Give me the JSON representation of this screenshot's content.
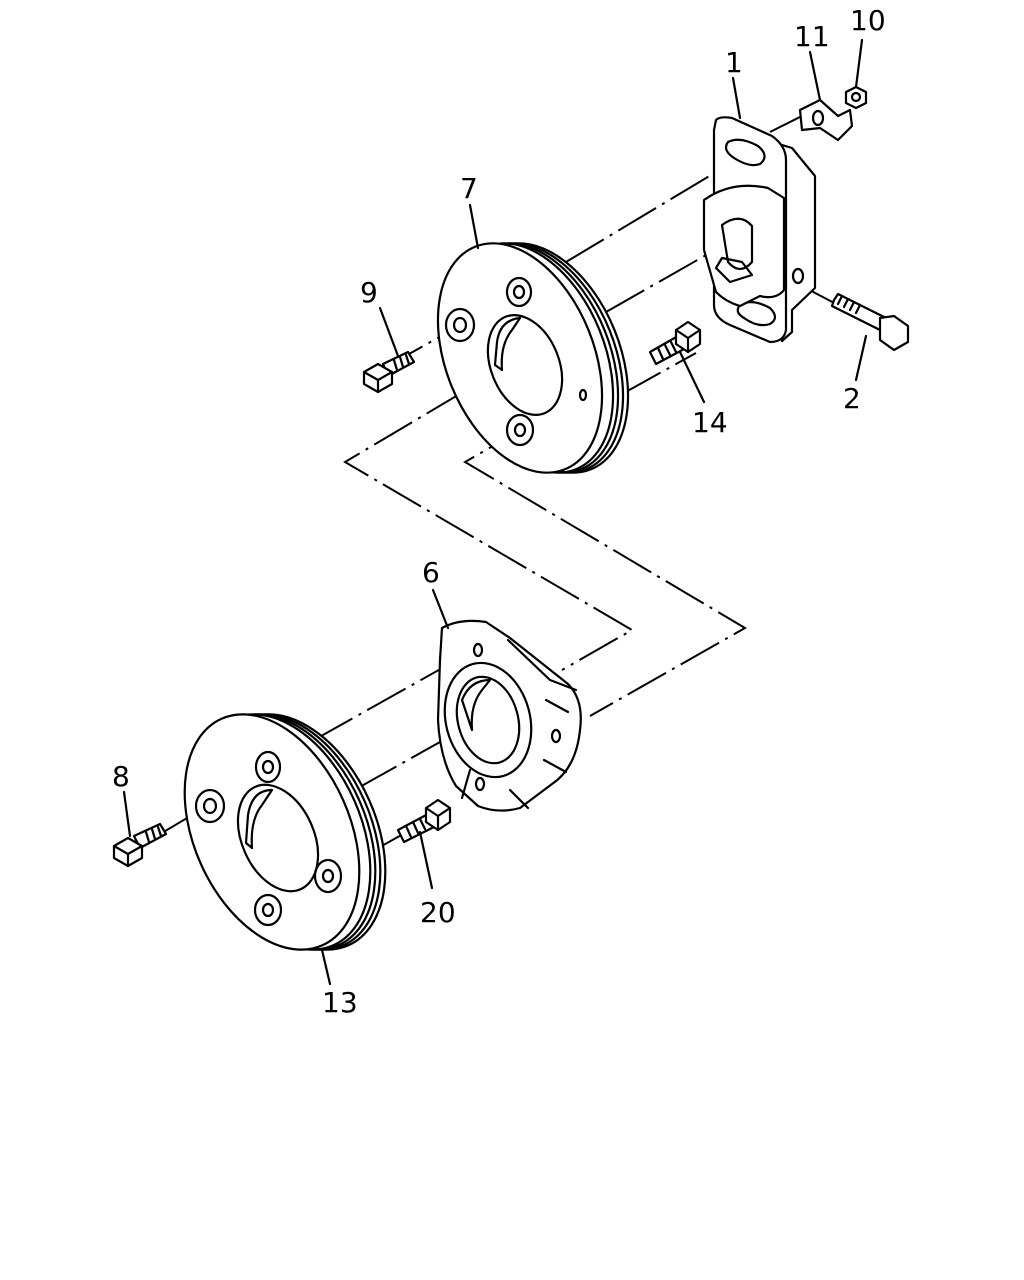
{
  "callouts": {
    "c1": "1",
    "c2": "2",
    "c6": "6",
    "c7": "7",
    "c8": "8",
    "c9": "9",
    "c10": "10",
    "c11": "11",
    "c13": "13",
    "c14": "14",
    "c20": "20"
  }
}
